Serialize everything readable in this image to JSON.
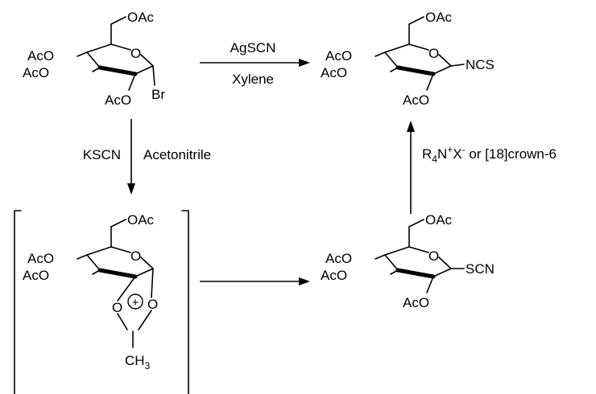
{
  "scheme": {
    "reactant": {
      "oac_top": "OAc",
      "aco_upper": "AcO",
      "aco_lower": "AcO",
      "aco_bottom": "AcO",
      "ring_o": "O",
      "anomeric": "Br"
    },
    "product_ncs": {
      "oac_top": "OAc",
      "aco_upper": "AcO",
      "aco_lower": "AcO",
      "aco_bottom": "AcO",
      "ring_o": "O",
      "anomeric": "NCS"
    },
    "intermediate": {
      "oac_top": "OAc",
      "aco_upper": "AcO",
      "aco_lower": "AcO",
      "ring_o": "O",
      "dioxolane_o_left": "O",
      "dioxolane_o_right": "O",
      "charge": "+",
      "methyl": "CH",
      "methyl_sub": "3"
    },
    "product_scn": {
      "oac_top": "OAc",
      "aco_upper": "AcO",
      "aco_lower": "AcO",
      "aco_bottom": "AcO",
      "ring_o": "O",
      "anomeric": "SCN"
    },
    "conditions": {
      "top_reagent": "AgSCN",
      "top_solvent": "Xylene",
      "left_reagent": "KSCN",
      "left_solvent": "Acetonitrile",
      "right_reagent_r": "R",
      "right_reagent_sub": "4",
      "right_reagent_n": "N",
      "right_reagent_plus": "+",
      "right_reagent_x": "X",
      "right_reagent_minus": "-",
      "right_reagent_rest": " or [18]crown-6"
    }
  }
}
